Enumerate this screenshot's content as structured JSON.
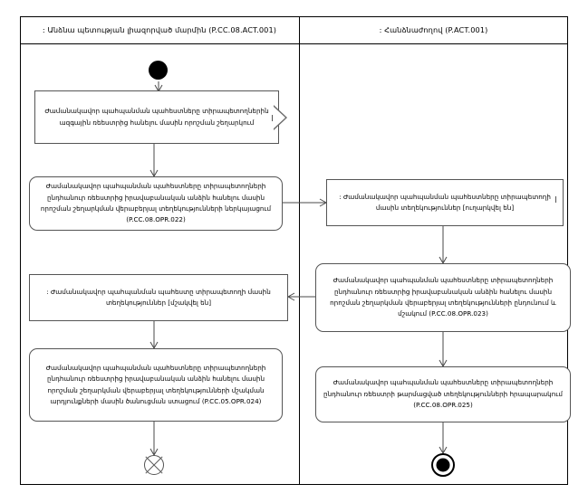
{
  "diagram": {
    "type": "uml-activity-diagram-swimlanes",
    "lanes": [
      {
        "id": "left",
        "title": ": Անձնա պետության լիազորված մարմին  (P.CC.08.ACT.001)"
      },
      {
        "id": "right",
        "title": ": Հանձնաժողով (P.ACT.001)"
      }
    ]
  },
  "left_lane": {
    "initial_node_name": "initial-node",
    "note": {
      "text": "Ժամանակավոր պահպանման պահեստները տիրապետողներին ազգային ռեեստրից հանելու մասին որոշման շեղարկում"
    },
    "action_1": {
      "text": "Ժամանակավոր պահպանման պահեստները տիրապետողների ընդհանուր ռեեստրից իրավաբանական անձին հանելու մասին որոշման շեղարկման վերաբերյալ տեղեկությունների ներկայացում (P.CC.08.OPR.022)",
      "ref": "P.CC.08.OPR.022"
    },
    "object_1": {
      "text": ": Ժամանակավոր պահպանման պահեստը տիրապետողի մասին տեղեկություններ [մշակվել են]",
      "state": "մշակվել են"
    },
    "action_2": {
      "text": "Ժամանակավոր պահպանման պահեստները տիրապետողների ընդհանուր ռեեստրից իրավաբանական անձին հանելու մասին որոշման շեղարկման վերաբերյալ տեղեկությունների մշակման  արդյունքների մասին ծանուցման ստացում (P.CC.05.OPR.024)",
      "ref": "P.CC.05.OPR.024"
    },
    "final_node_name": "flow-final-node"
  },
  "right_lane": {
    "object_1": {
      "text": ": Ժամանակավոր պահպանման պահեստները տիրապետողի մասին տեղեկություններ [ուղարկվել են]",
      "state": "ուղարկվել են"
    },
    "action_1": {
      "text": "Ժամանակավոր պահպանման պահեստները տիրապետողների ընդհանուր ռեեստրից իրավաբանական անձին հանելու մասին որոշման շեղարկման վերաբերյալ տեղեկությունների ընդունում և մշակում (P.CC.08.OPR.023)",
      "ref": "P.CC.08.OPR.023"
    },
    "action_2": {
      "text": "Ժամանակավոր պահպանման պահեստները տիրապետողների ընդհանուր ռեեստրի թարմացված տեղեկությունների հրապարակում (P.CC.08.OPR.025)",
      "ref": "P.CC.08.OPR.025"
    },
    "final_node_name": "activity-final-node"
  },
  "colors": {
    "frame": "#000000",
    "node_border": "#555555",
    "edge": "#4a4a4a",
    "background": "#ffffff",
    "node_fill": "#ffffff"
  }
}
